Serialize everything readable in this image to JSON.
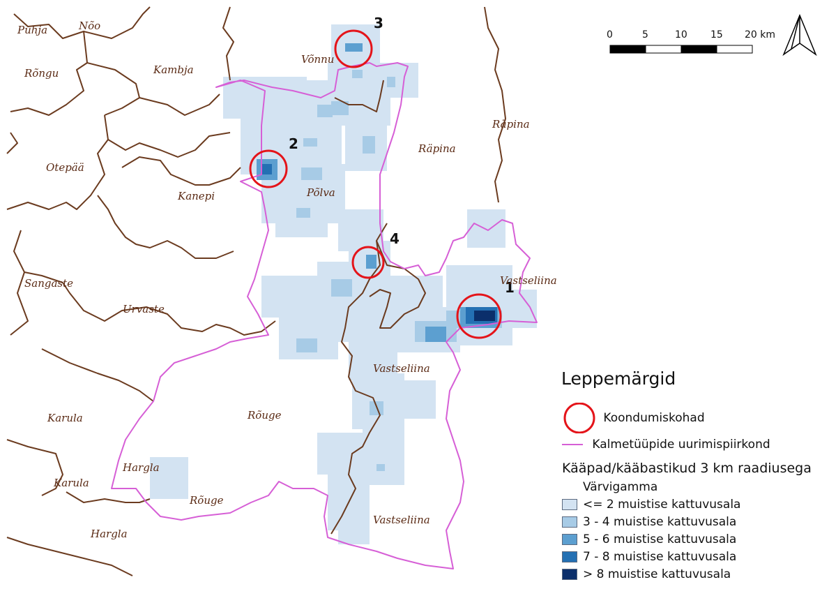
{
  "colors": {
    "boundary": "#6b3b1f",
    "study_area": "#d65fd6",
    "marker": "#e4141a",
    "class_1": "#d3e3f2",
    "class_2": "#a7cbe6",
    "class_3": "#5c9fd0",
    "class_4": "#2470b3",
    "class_5": "#0b2f6b"
  },
  "places": {
    "puhja": "Puhja",
    "noo": "Nõo",
    "rongu": "Rõngu",
    "kambja": "Kambja",
    "vonnu": "Võnnu",
    "rapina_n": "Räpina",
    "rapina": "Räpina",
    "otepaa": "Otepää",
    "kanepi": "Kanepi",
    "polva": "Põlva",
    "sangaste": "Sangaste",
    "urvaste": "Urvaste",
    "vastseliina_e": "Vastseliina",
    "vastseliina": "Vastseliina",
    "karula_n": "Karula",
    "rouge": "Rõuge",
    "hargla_n": "Hargla",
    "karula": "Karula",
    "rouge_s": "Rõuge",
    "hargla": "Hargla",
    "vastseliina_s": "Vastseliina"
  },
  "markers": {
    "m1": "1",
    "m2": "2",
    "m3": "3",
    "m4": "4"
  },
  "scale_bar": {
    "t0": "0",
    "t5": "5",
    "t10": "10",
    "t15": "15",
    "t20": "20 km"
  },
  "legend": {
    "title": "Leppemärgid",
    "concentration": "Koondumiskohad",
    "study_area": "Kalmetüüpide uurimispiirkond",
    "heat_title": "Kääpad/kääbastikud 3 km raadiusega",
    "gamma_title": "Värvigamma",
    "classes": [
      "<= 2 muistise kattuvusala",
      "3 - 4 muistise kattuvusala",
      "5 - 6 muistise kattuvusala",
      "7 - 8 muistise kattuvusala",
      "> 8 muistise kattuvusala"
    ]
  }
}
